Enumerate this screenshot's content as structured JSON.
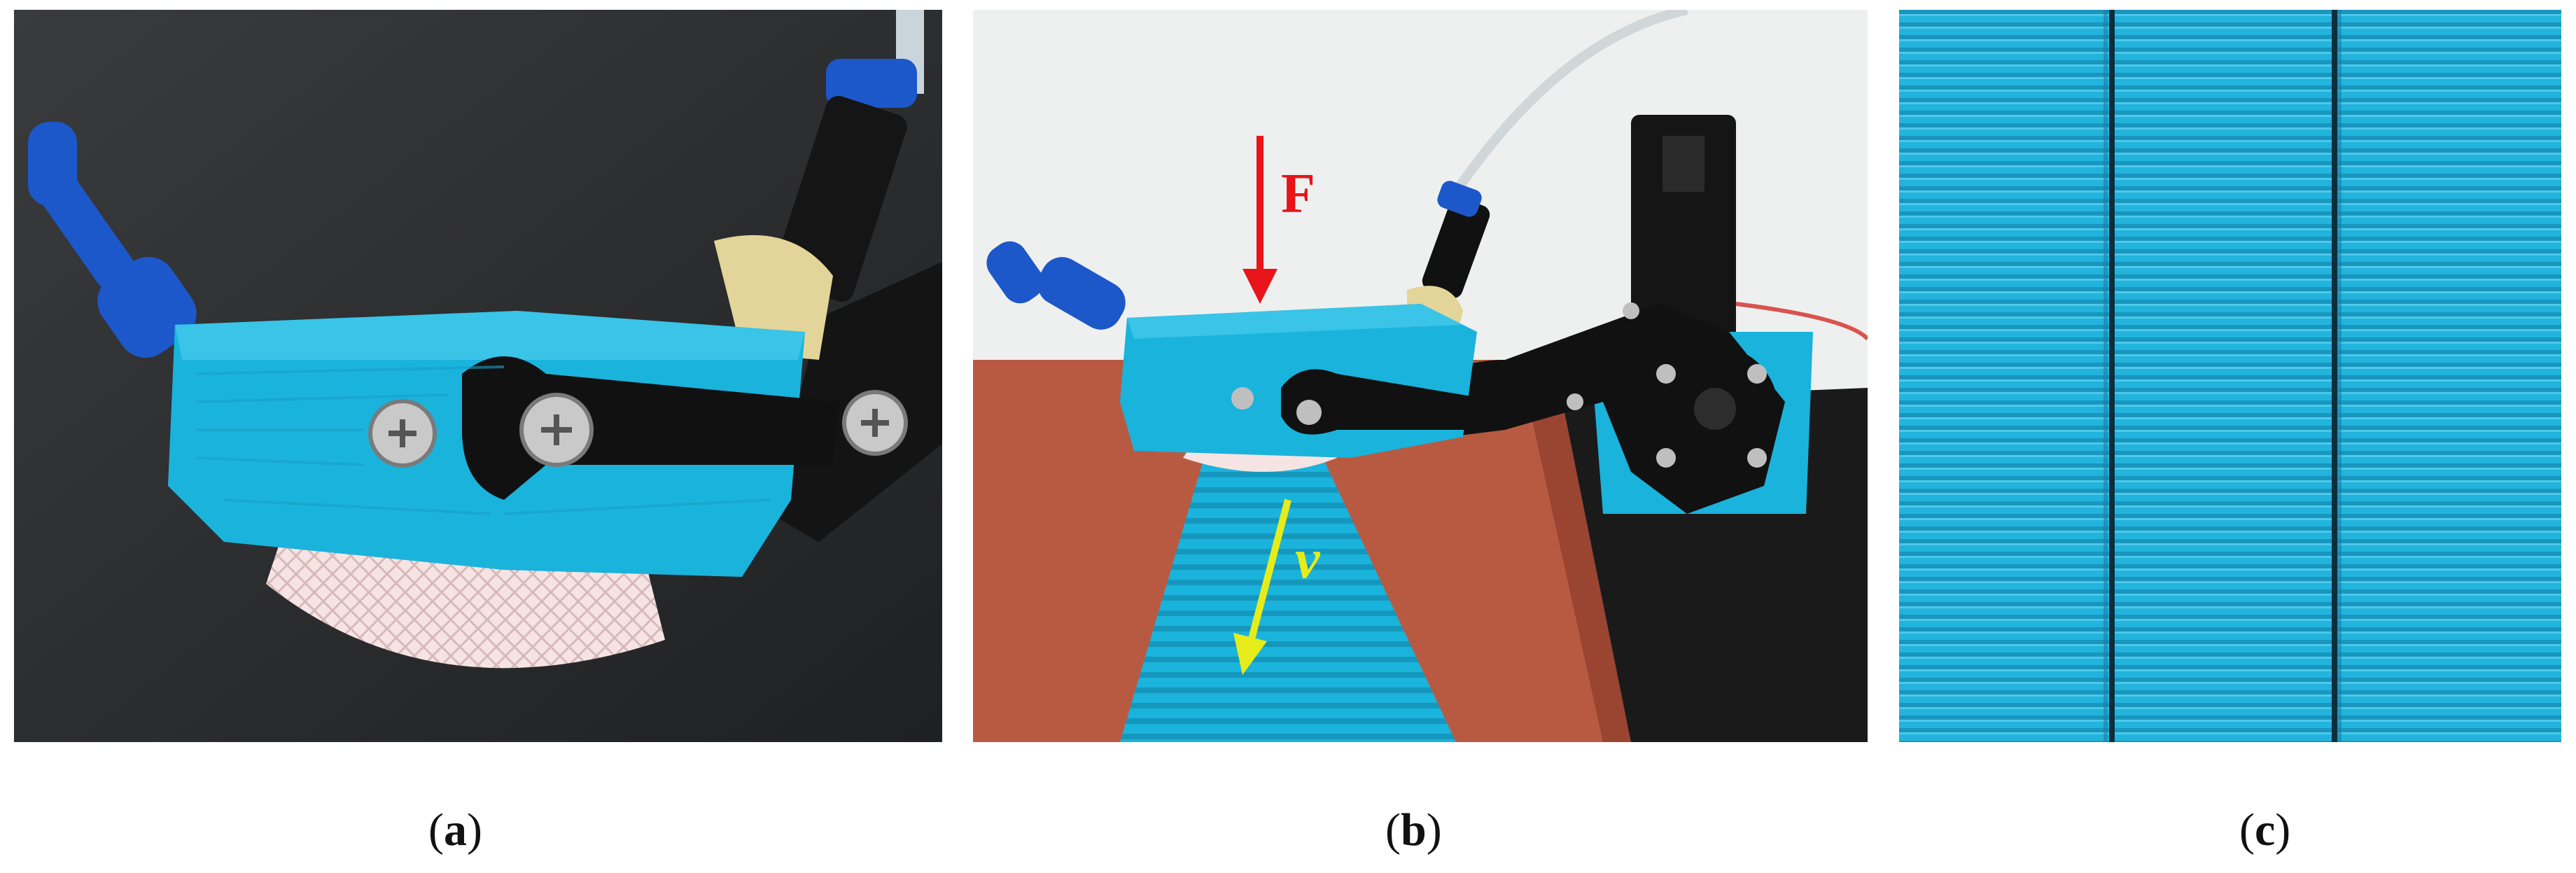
{
  "figure": {
    "panels": [
      {
        "id": "a",
        "caption_open": "(",
        "caption_letter": "a",
        "caption_close": ")"
      },
      {
        "id": "b",
        "caption_open": "(",
        "caption_letter": "b",
        "caption_close": ")"
      },
      {
        "id": "c",
        "caption_open": "(",
        "caption_letter": "c",
        "caption_close": ")"
      }
    ],
    "annotations": {
      "force_label": "F",
      "velocity_label": "v"
    },
    "colors": {
      "gripper_blue": "#1ab3dc",
      "force_arrow": "#e8141a",
      "velocity_arrow": "#e6ec1a",
      "gel_yellow": "#e3d59a",
      "base_red": "#b85a41",
      "dark_background": "#2a2b2d"
    }
  }
}
